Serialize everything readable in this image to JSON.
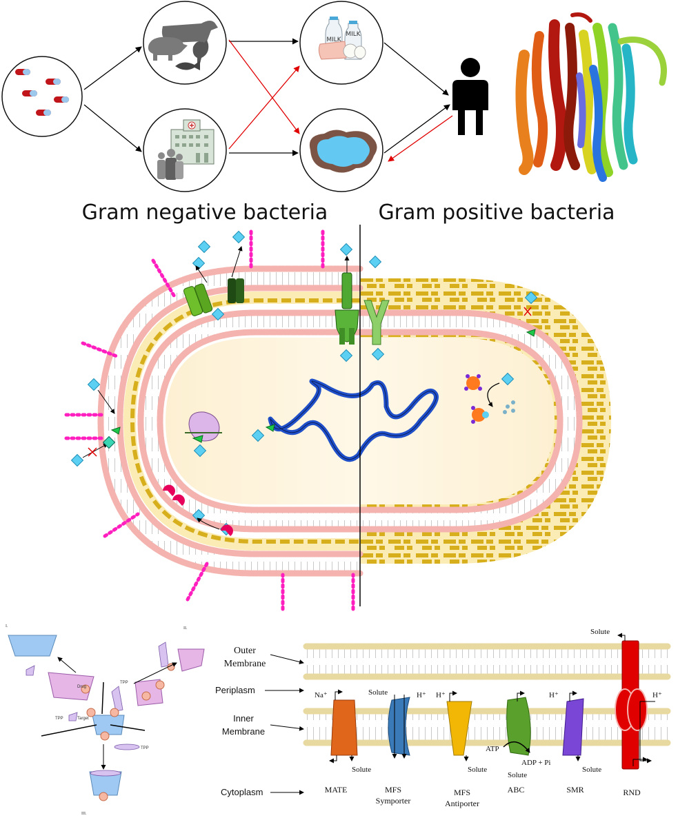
{
  "middle": {
    "left_title": "Gram negative bacteria",
    "right_title": "Gram positive bacteria"
  },
  "top_panel": {
    "milk_label_1": "MILK",
    "milk_label_2": "MILK"
  },
  "bottom_left": {
    "corner_labels": [
      "I.",
      "II.",
      "III."
    ],
    "drug_label": "Drug",
    "target_label": "Target",
    "tpp_labels": [
      "TPP",
      "TPP",
      "TPP"
    ]
  },
  "bottom_right": {
    "row_labels": {
      "outer_line1": "Outer",
      "outer_line2": "Membrane",
      "periplasm": "Periplasm",
      "inner_line1": "Inner",
      "inner_line2": "Membrane",
      "cytoplasm": "Cytoplasm"
    },
    "transporters": [
      {
        "name": "MATE",
        "color": "#e0661c",
        "top_left": "Na⁺",
        "bottom": "Solute"
      },
      {
        "name_line1": "MFS",
        "name_line2": "Symporter",
        "color": "#3b7ab8",
        "top_left": "Solute",
        "top_right": "H⁺"
      },
      {
        "name_line1": "MFS",
        "name_line2": "Antiporter",
        "color": "#f2b705",
        "top_left": "H⁺",
        "bottom": "Solute"
      },
      {
        "name": "ABC",
        "color": "#5aa02c",
        "atp": "ATP",
        "adp": "ADP + Pi",
        "bottom": "Solute"
      },
      {
        "name": "SMR",
        "color": "#7a46d6",
        "top_left": "H⁺",
        "bottom": "Solute"
      },
      {
        "name": "RND",
        "color": "#e00000",
        "top": "Solute",
        "right": "H⁺"
      }
    ]
  },
  "colors": {
    "membrane_head": "#f4b3ae",
    "membrane_stroke": "#c97a76",
    "peptidoglycan": "#d7ae1c",
    "wall_fill": "#fbecb6",
    "cytoplasm": "#fdf3dc",
    "dna": "#1f4fc9",
    "drug": "#5bd0f2",
    "lps": "#ff1fbf",
    "enzyme": "#e6005c"
  }
}
